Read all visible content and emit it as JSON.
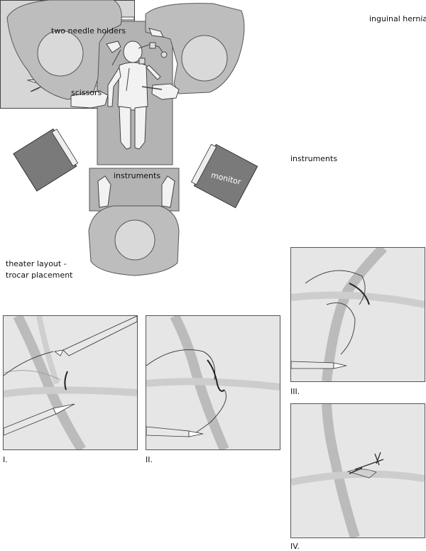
{
  "title": "inguinal hernia",
  "layout": {
    "instruments_table_label": "instruments",
    "monitor_label": "monitor",
    "caption_line1": "theater layout -",
    "caption_line2": "trocar placement"
  },
  "instruments_panel": {
    "item1_label": "two needle holders",
    "item2_label": "scissors",
    "caption": "instruments"
  },
  "steps": [
    {
      "label": "I."
    },
    {
      "label": "II."
    },
    {
      "label": "III."
    },
    {
      "label": "IV."
    }
  ],
  "colors": {
    "gown": "#bdbdbd",
    "gown_dark": "#8a8a8a",
    "cap": "#d9d9d9",
    "table": "#b3b3b3",
    "skin": "#f2f2f2",
    "monitor": "#7a7a7a",
    "tissue": "#e6e6e6"
  }
}
